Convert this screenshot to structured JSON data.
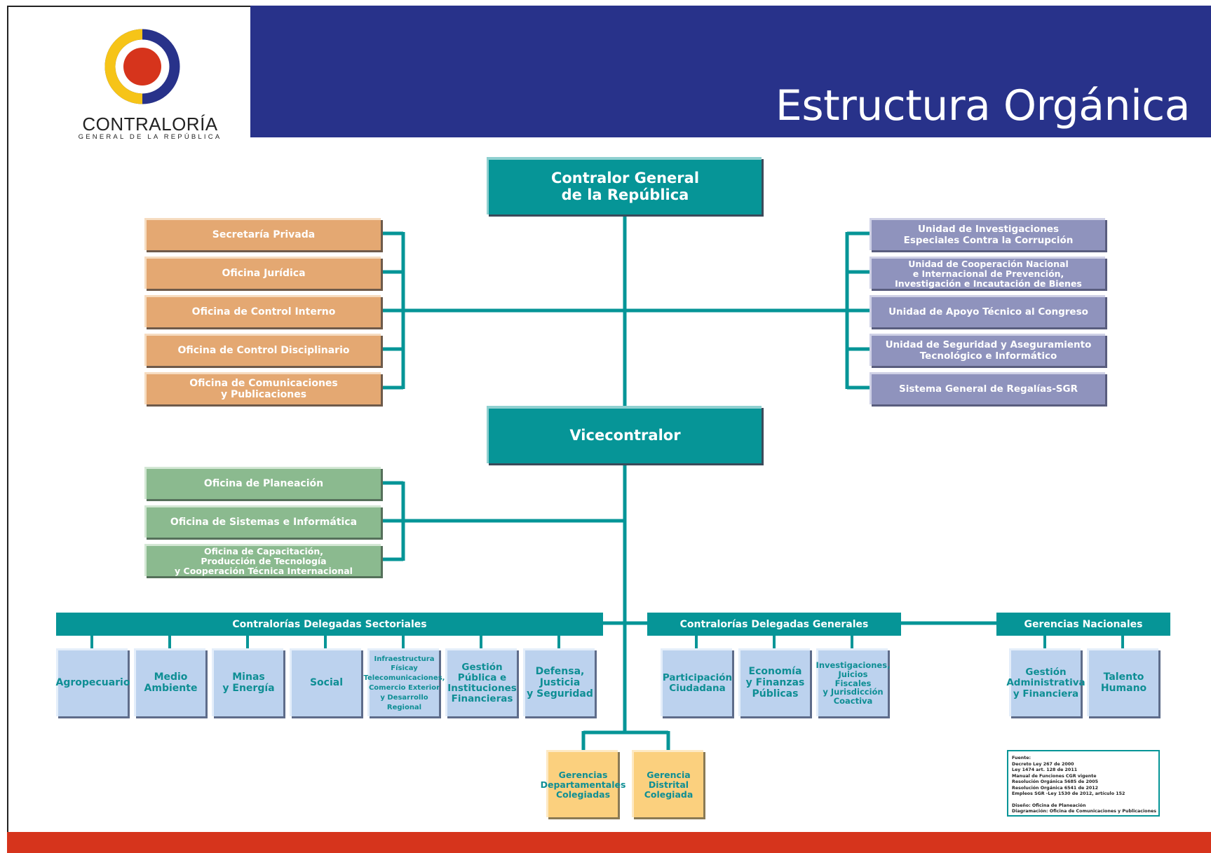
{
  "header": {
    "title": "Estructura Orgánica",
    "logo": {
      "name": "CONTRALORÍA",
      "subname": "GENERAL DE LA REPÚBLICA",
      "colors": {
        "yellow": "#f6c418",
        "blue": "#28328a",
        "red": "#d6341c"
      }
    }
  },
  "colors": {
    "header_band": "#28328a",
    "footer_band": "#d6341c",
    "teal": "#069597",
    "orange": "#e4a872",
    "purple": "#8f93bd",
    "green": "#8bba8f",
    "light_blue": "#bcd2ee",
    "yellow": "#fbd07e"
  },
  "top": {
    "contralor": "Contralor General\nde la República",
    "vicecontralor": "Vicecontralor"
  },
  "left_offices": [
    "Secretaría Privada",
    "Oficina Jurídica",
    "Oficina de Control Interno",
    "Oficina de Control Disciplinario",
    "Oficina de Comunicaciones\ny Publicaciones"
  ],
  "right_units": [
    "Unidad de Investigaciones\nEspeciales Contra la Corrupción",
    "Unidad de Cooperación Nacional\ne Internacional de Prevención,\nInvestigación e Incautación de Bienes",
    "Unidad de Apoyo Técnico al Congreso",
    "Unidad  de Seguridad y Aseguramiento\nTecnológico e Informático",
    "Sistema General de Regalías-SGR"
  ],
  "vice_offices": [
    "Oficina de Planeación",
    "Oficina de Sistemas e Informática",
    "Oficina de Capacitación,\nProducción de Tecnología\ny Cooperación Técnica Internacional"
  ],
  "sectoriales": {
    "title": "Contralorías Delegadas Sectoriales",
    "items": [
      "Agropecuario",
      "Medio\nAmbiente",
      "Minas\ny Energía",
      "Social",
      "Infraestructura\nFísicay\nTelecomunicaciones,\nComercio Exterior\ny Desarrollo\nRegional",
      "Gestión\nPública e\nInstituciones\nFinancieras",
      "Defensa,\nJusticia\ny Seguridad"
    ]
  },
  "generales": {
    "title": "Contralorías Delegadas Generales",
    "items": [
      "Participación\nCiudadana",
      "Economía\ny Finanzas\nPúblicas",
      "Investigaciones,\nJuicios\nFiscales\ny Jurisdicción\nCoactiva"
    ]
  },
  "nacionales": {
    "title": "Gerencias Nacionales",
    "items": [
      "Gestión\nAdministrativa\ny Financiera",
      "Talento\nHumano"
    ]
  },
  "gerencias": [
    "Gerencias\nDepartamentales\nColegiadas",
    "Gerencia\nDistrital\nColegiada"
  ],
  "sources": {
    "lines": [
      "Fuente:",
      "Decreto Ley 267 de 2000",
      "Ley 1474 art. 128 de 2011",
      "Manual de Funciones CGR vigente",
      "Resolución Orgánica 5685 de 2005",
      "Resolución Orgánica 6541 de 2012",
      "Empleos SGR -Ley 1530 de 2012, artículo 152"
    ],
    "design": "Diseño: Oficina de Planeación",
    "layout": "Diagramación: Oficina de Comunicaciones y Publicaciones"
  }
}
